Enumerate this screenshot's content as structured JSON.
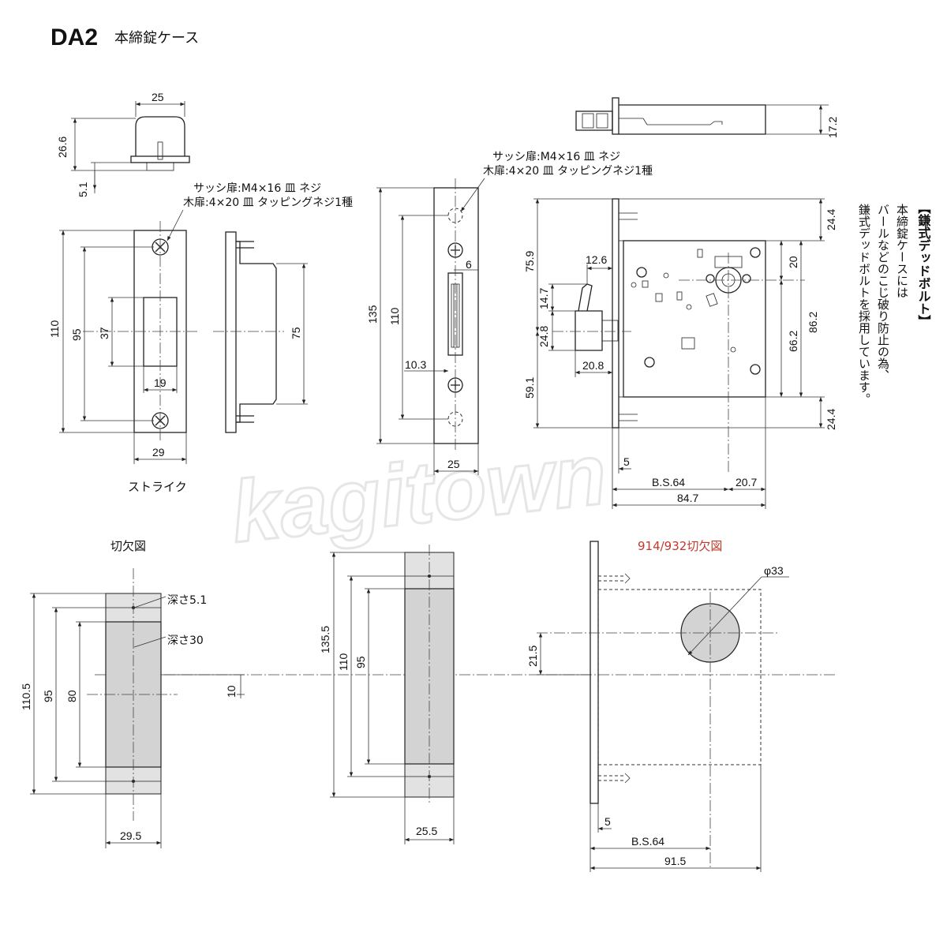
{
  "header": {
    "model": "DA2",
    "subtitle": "本締錠ケース"
  },
  "watermark": "kagitown",
  "strike": {
    "label": "ストライク",
    "screw_note_1": "サッシ扉:M4×16 皿 ネジ",
    "screw_note_2": "木扉:4×20 皿 タッピングネジ1種",
    "dims": {
      "top_width": "25",
      "top_height": "26.6",
      "top_depth": "5.1",
      "height": "110",
      "hole_pitch": "95",
      "opening_h": "37",
      "opening_w": "19",
      "width": "29",
      "side_h": "75"
    }
  },
  "front": {
    "screw_note_1": "サッシ扉:M4×16 皿 ネジ",
    "screw_note_2": "木扉:4×20 皿 タッピングネジ1種",
    "dims": {
      "total": "135",
      "pitch": "110",
      "bolt_w": "6",
      "bolt_off": "10.3",
      "width": "25"
    }
  },
  "case": {
    "dims": {
      "thickness": "17.2",
      "top_margin": "24.4",
      "upper": "75.9",
      "lower": "59.1",
      "bolt_w": "12.6",
      "bolt_h1": "14.7",
      "bolt_h2": "24.8",
      "bolt_out": "20.8",
      "cyl_off": "20",
      "mid": "66.2",
      "case_h": "86.2",
      "bottom_margin": "24.4",
      "face": "5",
      "backset": "B.S.64",
      "cyl_back": "20.7",
      "depth": "84.7"
    }
  },
  "side_note": {
    "heading": "【鎌式デッドボルト】",
    "line1": "本締錠ケースには",
    "line2": "バールなどのこじ破り防止の為、",
    "line3": "鎌式デッドボルトを採用しています。"
  },
  "cutout": {
    "label": "切欠図",
    "depth_1": "深さ5.1",
    "depth_2": "深さ30",
    "dims": {
      "total": "110.5",
      "pitch": "95",
      "inner": "80",
      "offset": "10",
      "width": "29.5"
    }
  },
  "cutout_mid": {
    "dims": {
      "total": "135.5",
      "pitch": "110",
      "inner": "95",
      "width": "25.5"
    }
  },
  "cutout_914": {
    "label": "914/932切欠図",
    "label_color": "#c0392b",
    "dims": {
      "hole": "φ33",
      "hole_off": "21.5",
      "face": "5",
      "backset": "B.S.64",
      "depth": "91.5"
    }
  }
}
